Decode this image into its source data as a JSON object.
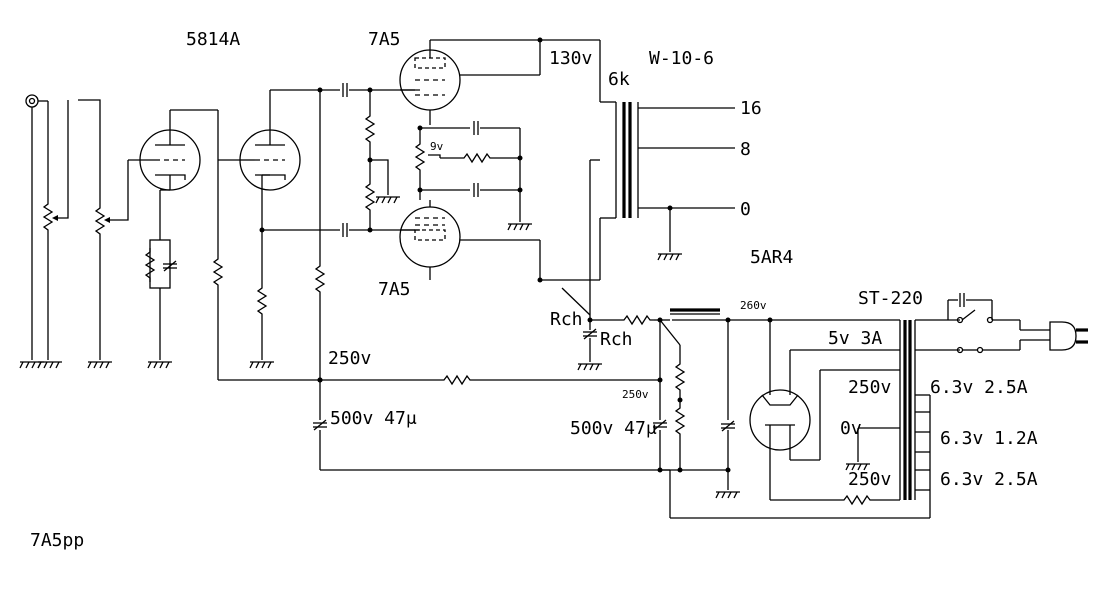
{
  "labels": {
    "driver_tube": "5814A",
    "power_tube_top": "7A5",
    "power_tube_bottom": "7A5",
    "plate_voltage": "130v",
    "output_transformer": "W-10-6",
    "primary_impedance": "6k",
    "tap_16": "16",
    "tap_8": "8",
    "tap_0": "0",
    "rectifier": "5AR4",
    "bias_voltage": "9v",
    "rch_1": "Rch",
    "rch_2": "Rch",
    "b_plus": "260v",
    "power_transformer": "ST-220",
    "heater_5v": "5v 3A",
    "secondary_top": "250v",
    "secondary_bottom": "250v",
    "center_tap": "0v",
    "heater_a": "6.3v 2.5A",
    "heater_b": "6.3v 1.2A",
    "heater_c": "6.3v 2.5A",
    "supply_250": "250v",
    "supply_250_small": "250v",
    "cap_left": "500v 47μ",
    "cap_right": "500v 47μ",
    "title": "7A5pp"
  },
  "icons": {
    "input_jack": "input-jack-icon",
    "ac_plug": "ac-plug-icon",
    "power_switch": "switch-icon"
  }
}
